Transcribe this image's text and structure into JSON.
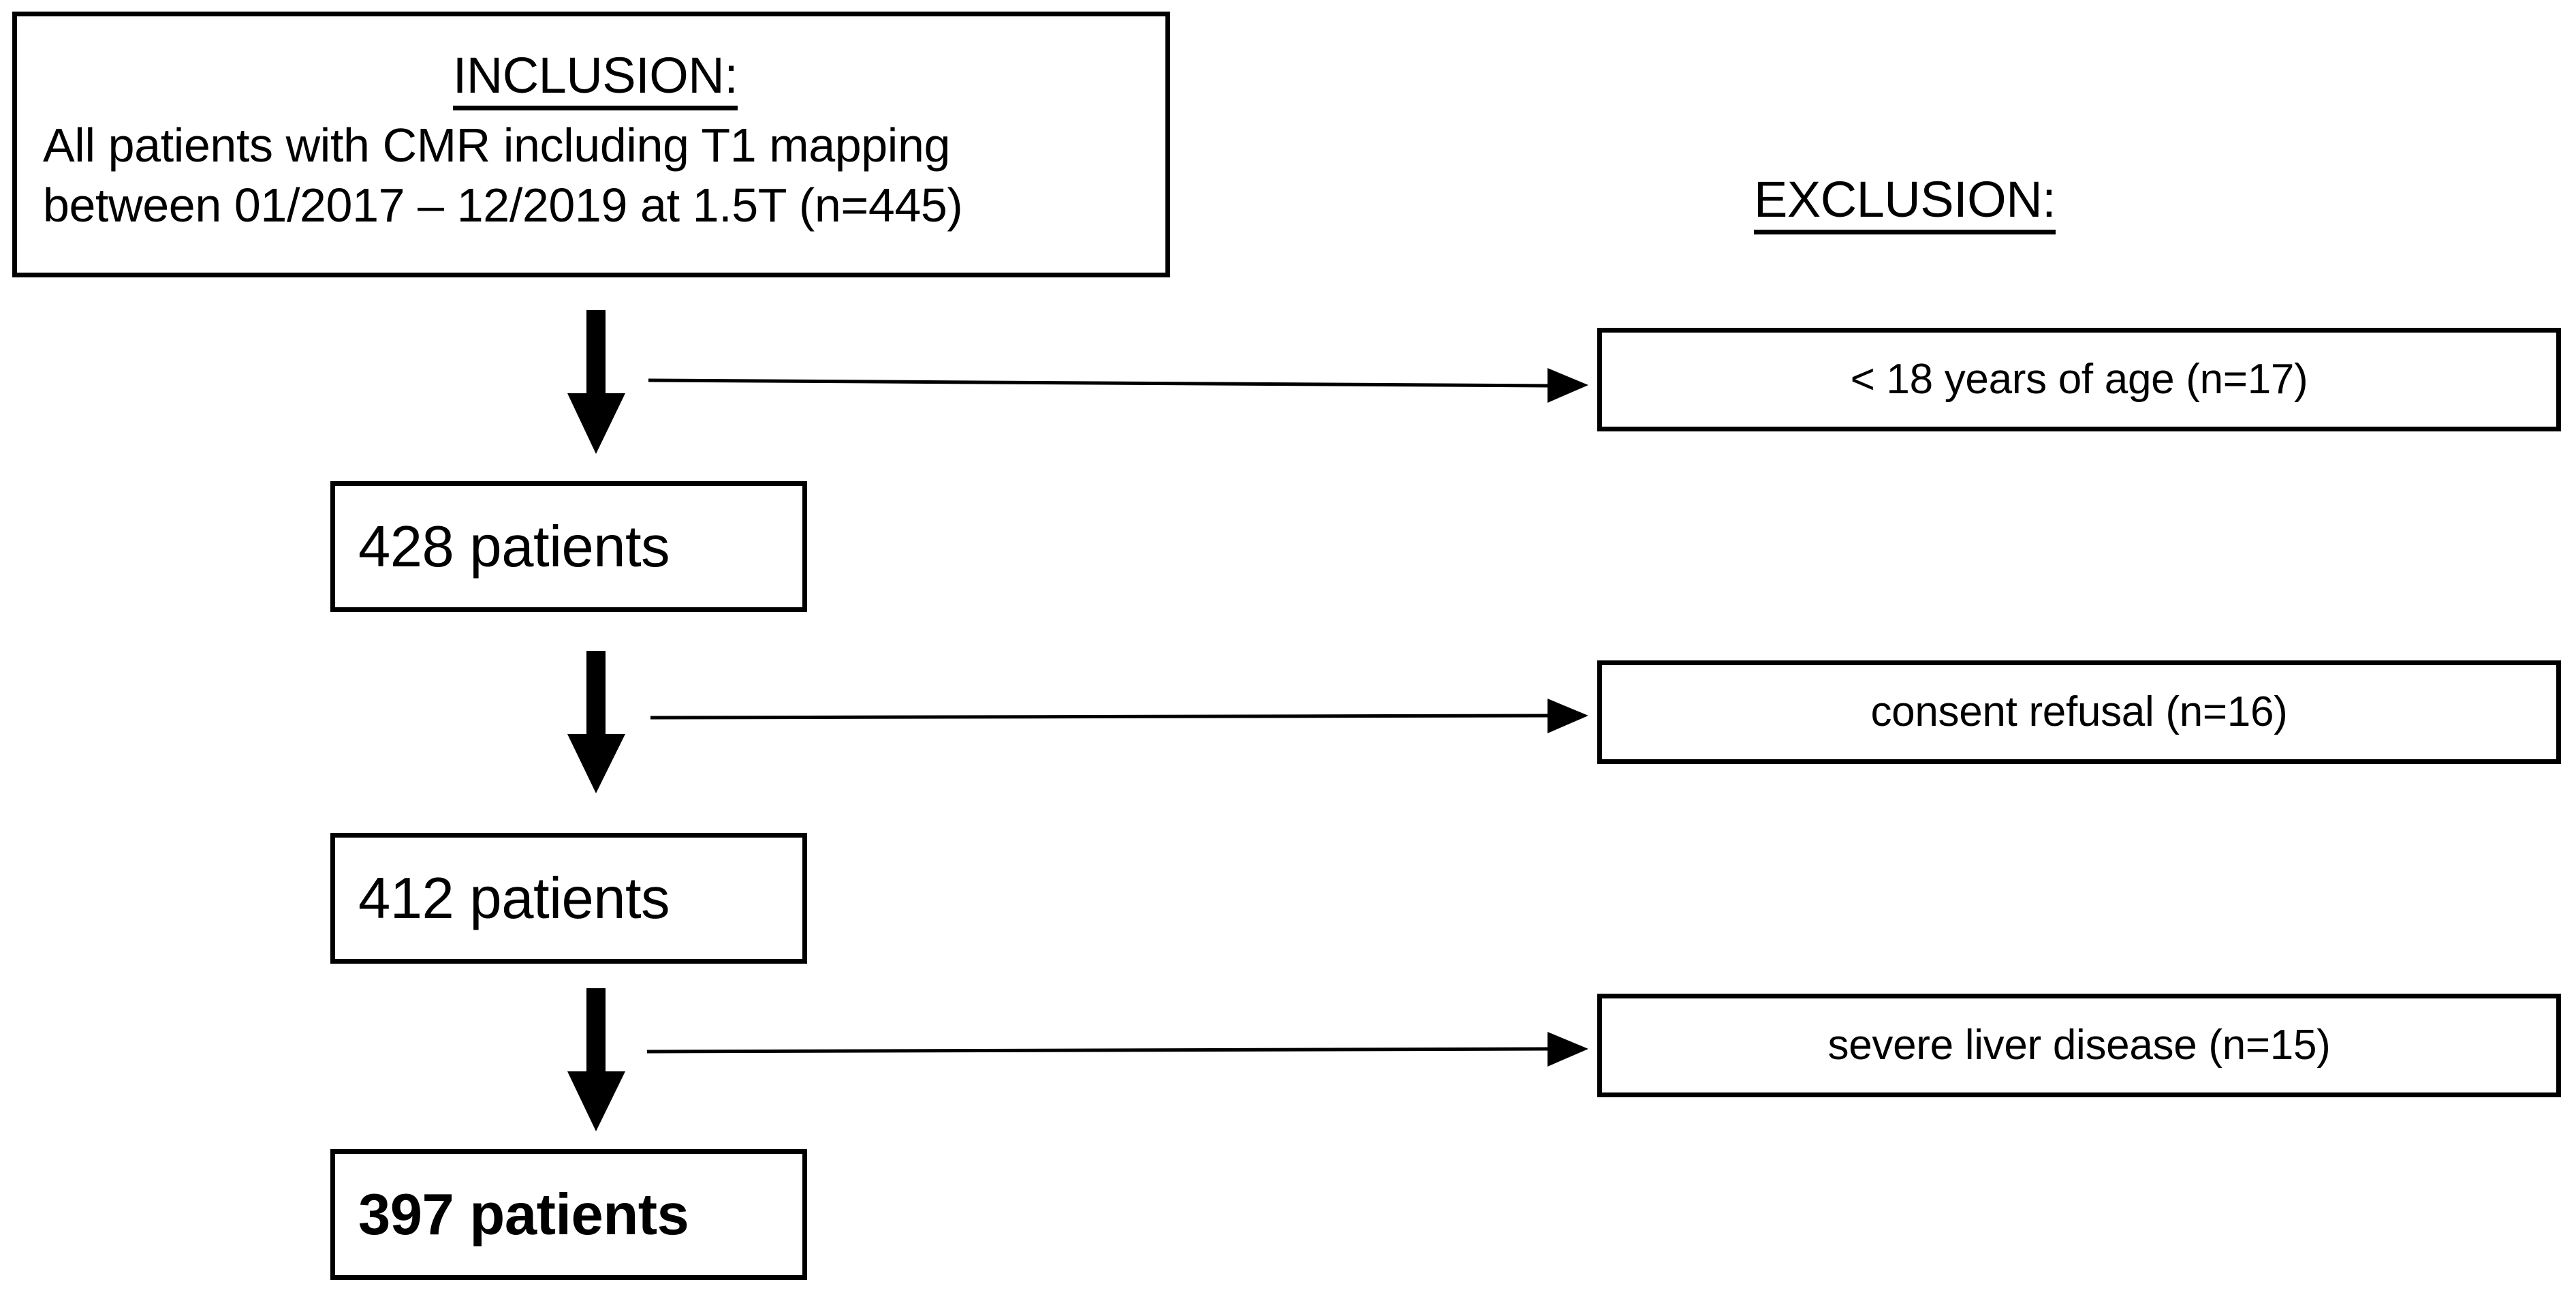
{
  "diagram": {
    "title_inclusion": "INCLUSION:",
    "title_exclusion": "EXCLUSION:",
    "inclusion": {
      "heading": "INCLUSION:",
      "line1": "All patients with CMR including T1 mapping",
      "line2": "between 01/2017 – 12/2019 at 1.5T (n=445)",
      "total_n": 445
    },
    "flow_nodes": [
      {
        "id": "node-428",
        "label": "428 patients",
        "count": 428,
        "bold": false
      },
      {
        "id": "node-412",
        "label": "412 patients",
        "count": 412,
        "bold": false
      },
      {
        "id": "node-397",
        "label": "397 patients",
        "count": 397,
        "bold": true
      }
    ],
    "exclusions": [
      {
        "id": "excl-age",
        "label": "< 18 years of age (n=17)",
        "count": 17
      },
      {
        "id": "excl-consent",
        "label": "consent refusal (n=16)",
        "count": 16
      },
      {
        "id": "excl-liver",
        "label": "severe liver disease (n=15)",
        "count": 15
      }
    ],
    "colors": {
      "stroke": "#000000",
      "background": "#ffffff",
      "text": "#000000"
    }
  }
}
